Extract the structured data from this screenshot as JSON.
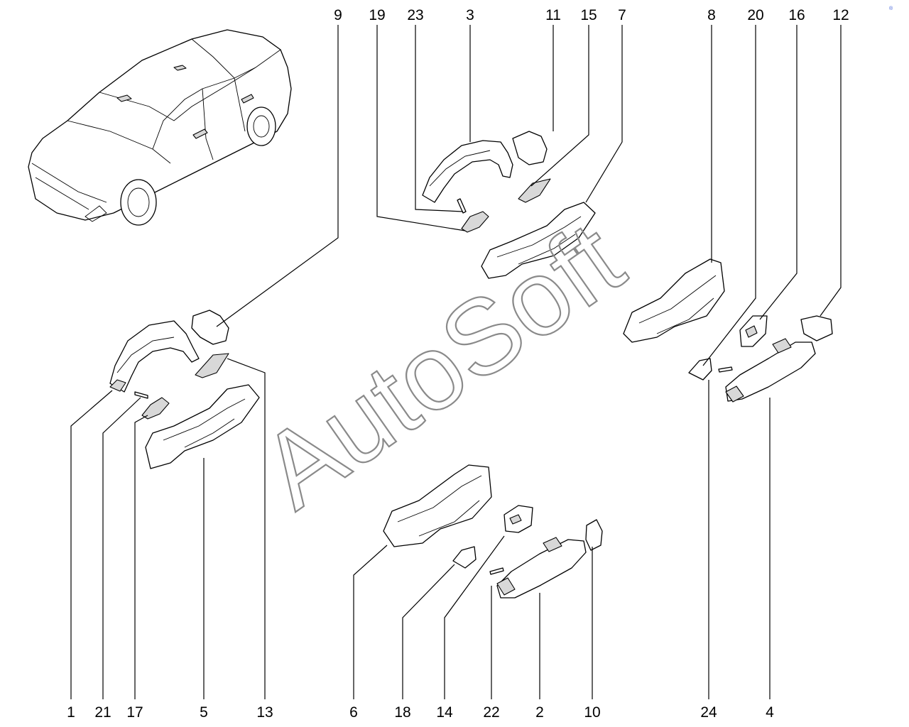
{
  "watermark": {
    "text": "AutoSoft",
    "corner_mark": "®"
  },
  "callouts": {
    "top": [
      "9",
      "19",
      "23",
      "3",
      "11",
      "15",
      "7",
      "8",
      "20",
      "16",
      "12"
    ],
    "bottom": [
      "1",
      "21",
      "17",
      "5",
      "13",
      "6",
      "18",
      "14",
      "22",
      "2",
      "10",
      "24",
      "4"
    ]
  },
  "parts": {
    "vehicle": "car-overview-icon",
    "handles": [
      "outer-handle-front-left",
      "outer-handle-front-right",
      "outer-handle-rear-left",
      "outer-handle-rear-right"
    ],
    "brackets": [
      "handle-bracket-front-left",
      "handle-bracket-front-right",
      "handle-bracket-rear-left",
      "handle-bracket-rear-right"
    ],
    "caps": [
      "lock-cylinder-cap-left",
      "lock-cylinder-cap-right",
      "handle-end-cap-rear-left",
      "handle-end-cap-rear-right"
    ],
    "seals": [
      "gasket-left",
      "gasket-right",
      "gasket-rear-left",
      "gasket-rear-right"
    ],
    "fasteners": [
      "screw-left",
      "screw-right",
      "screw-rear-left",
      "screw-rear-right"
    ]
  },
  "colors": {
    "line": "#000000",
    "watermark": "#8a8a8a",
    "background": "#ffffff"
  }
}
